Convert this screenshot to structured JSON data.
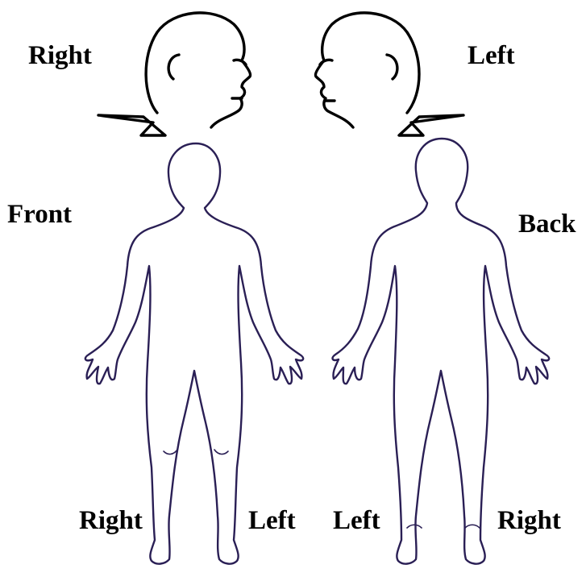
{
  "labels": {
    "head_right": "Right",
    "head_left": "Left",
    "front": "Front",
    "back": "Back",
    "front_right_foot": "Right",
    "front_left_foot": "Left",
    "back_left_foot": "Left",
    "back_right_foot": "Right"
  },
  "colors": {
    "outline": "#2a1f55",
    "text": "#000000",
    "background": "#ffffff"
  }
}
